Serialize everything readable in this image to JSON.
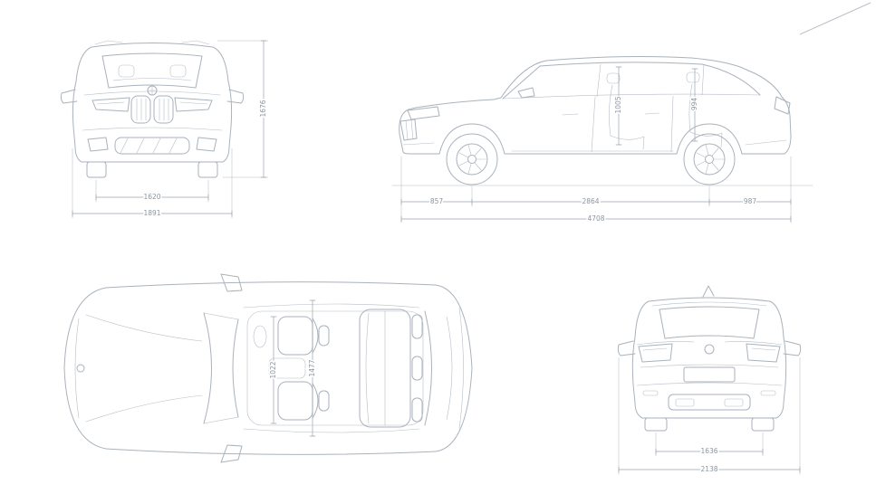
{
  "drawing": {
    "line_color": "#a9b2bc",
    "dim_color": "#9aa3ad",
    "text_color": "#8b95a0"
  },
  "views": {
    "front": {
      "dims": {
        "track_width_mm": "1620",
        "overall_width_mm": "1891",
        "overall_height_mm": "1676"
      }
    },
    "side": {
      "dims": {
        "front_overhang_mm": "857",
        "wheelbase_mm": "2864",
        "rear_overhang_mm": "987",
        "overall_length_mm": "4708",
        "front_headroom_mm": "1005",
        "rear_headroom_mm": "994"
      }
    },
    "top": {
      "dims": {
        "front_interior_width_mm": "1022",
        "rear_interior_width_mm": "1477"
      }
    },
    "rear": {
      "dims": {
        "rear_track_width_mm": "1636",
        "width_incl_mirrors_mm": "2138"
      }
    }
  }
}
